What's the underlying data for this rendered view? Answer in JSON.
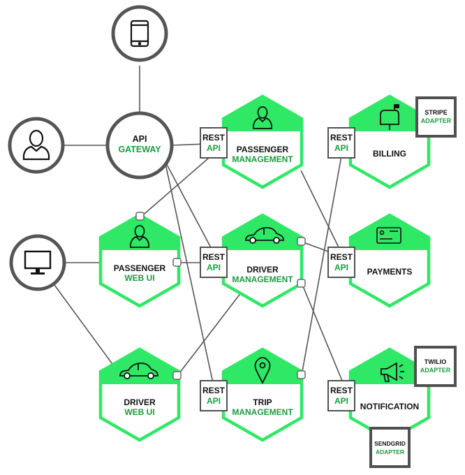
{
  "clients": {
    "mobile_icon": "smartphone-icon",
    "user_icon": "user-icon",
    "desktop_icon": "monitor-icon"
  },
  "gateway": {
    "line1": "API",
    "line2": "GATEWAY"
  },
  "services": {
    "passenger_management": {
      "line1": "PASSENGER",
      "line2": "MANAGEMENT",
      "icon": "person-icon"
    },
    "billing": {
      "line1": "BILLING",
      "icon": "mailbox-icon"
    },
    "passenger_web_ui": {
      "line1": "PASSENGER",
      "line2": "WEB UI",
      "icon": "person-icon"
    },
    "driver_management": {
      "line1": "DRIVER",
      "line2": "MANAGEMENT",
      "icon": "car-icon"
    },
    "payments": {
      "line1": "PAYMENTS",
      "icon": "credit-card-icon"
    },
    "driver_web_ui": {
      "line1": "DRIVER",
      "line2": "WEB UI",
      "icon": "car-icon"
    },
    "trip_management": {
      "line1": "TRIP",
      "line2": "MANAGEMENT",
      "icon": "map-pin-icon"
    },
    "notification": {
      "line1": "NOTIFICATION",
      "icon": "megaphone-icon"
    }
  },
  "rest_api": {
    "line1": "REST",
    "line2": "API"
  },
  "adapters": {
    "stripe": {
      "line1": "STRIPE",
      "line2": "ADAPTER"
    },
    "twilio": {
      "line1": "TWILIO",
      "line2": "ADAPTER"
    },
    "sendgrid": {
      "line1": "SENDGRID",
      "line2": "ADAPTER"
    }
  },
  "colors": {
    "accent": "#2ee866",
    "label_green": "#1b9b3f",
    "outline": "#505050",
    "text": "#111111"
  }
}
